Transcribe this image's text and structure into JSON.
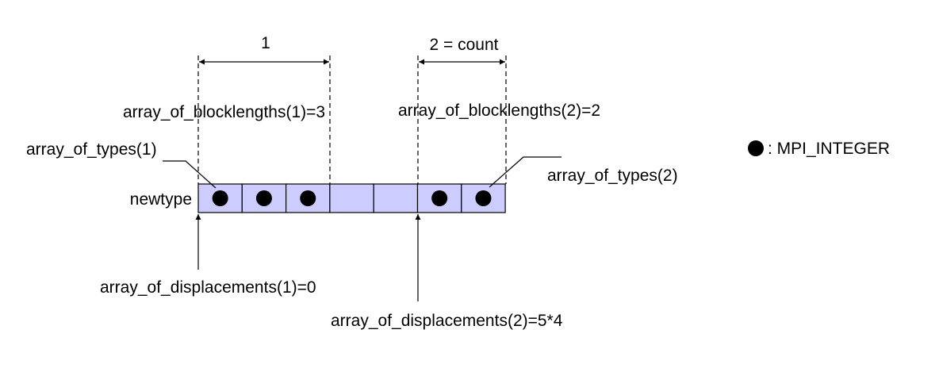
{
  "colors": {
    "cell_fill": "#ccccff",
    "line": "#000000",
    "dot": "#000000",
    "background": "#ffffff"
  },
  "labels": {
    "block1_count": "1",
    "block2_count": "2 = count",
    "blocklengths_1": "array_of_blocklengths(1)=3",
    "blocklengths_2": "array_of_blocklengths(2)=2",
    "types_1": "array_of_types(1)",
    "types_2": "array_of_types(2)",
    "newtype": "newtype",
    "displacements_1": "array_of_displacements(1)=0",
    "displacements_2": "array_of_displacements(2)=5*4",
    "legend_text": ": MPI_INTEGER"
  },
  "cells": [
    {
      "filled": true
    },
    {
      "filled": true
    },
    {
      "filled": true
    },
    {
      "filled": false
    },
    {
      "filled": false
    },
    {
      "filled": true
    },
    {
      "filled": true
    }
  ],
  "legend": {
    "symbol": "filled-circle",
    "meaning": "MPI_INTEGER"
  }
}
